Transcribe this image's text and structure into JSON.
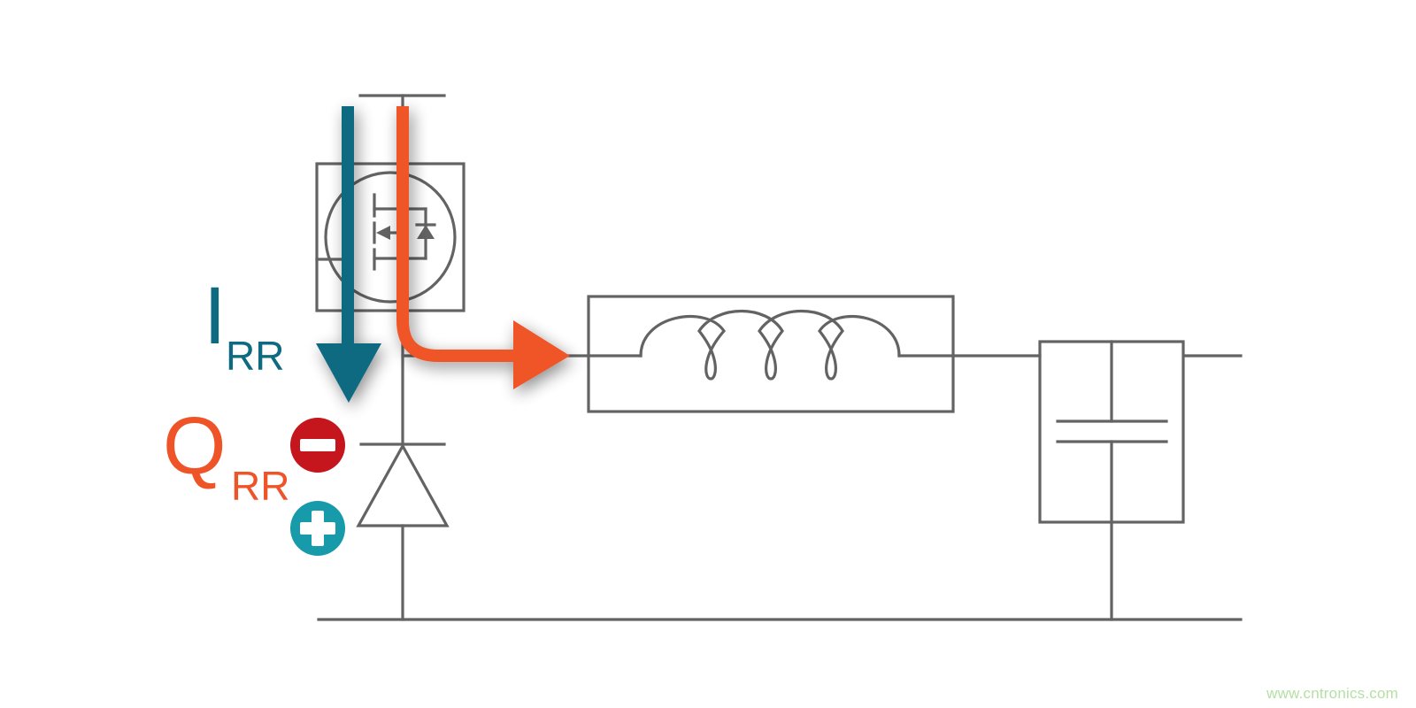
{
  "labels": {
    "irr_main": "I",
    "irr_sub": "RR",
    "qrr_main": "Q",
    "qrr_sub": "RR"
  },
  "watermark": "www.cntronics.com",
  "colors": {
    "wire": "#636363",
    "irr": "#0e6a80",
    "qrr": "#ef5428",
    "minus_badge": "#c4161c",
    "plus_badge": "#179aa9",
    "watermark": "#b5e0a4"
  },
  "icons": {
    "minus": "minus-badge-icon",
    "plus": "plus-badge-icon"
  }
}
